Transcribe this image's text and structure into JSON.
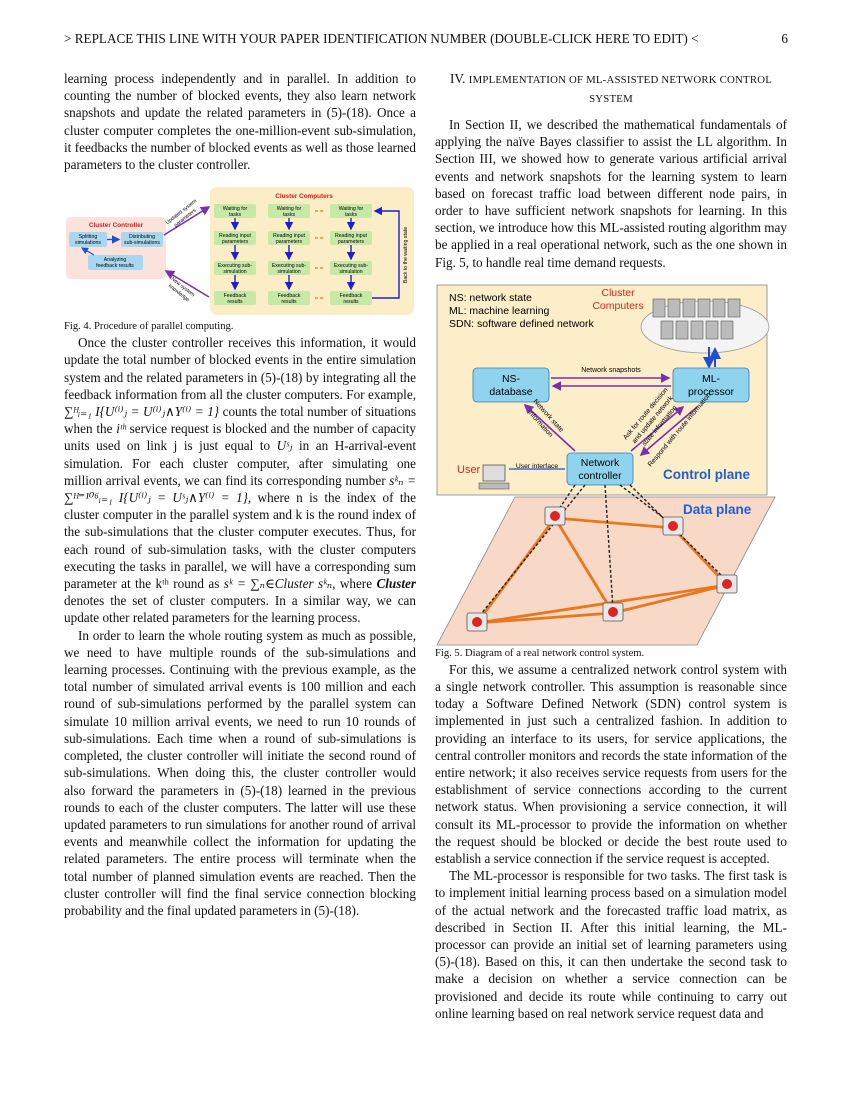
{
  "header": {
    "title": "> REPLACE THIS LINE WITH YOUR PAPER IDENTIFICATION NUMBER (DOUBLE-CLICK HERE TO EDIT) <",
    "page_number": "6"
  },
  "left": {
    "p1": "learning process independently and in parallel. In addition to counting the number of blocked events, they also learn network snapshots and update the related parameters in (5)-(18). Once a cluster computer completes the one-million-event sub-simulation, it feedbacks the number of blocked events as well as those learned parameters to the cluster controller.",
    "fig4_caption": "Fig. 4. Procedure of parallel computing.",
    "p2a": "Once the cluster controller receives this information, it would update the total number of blocked events in the entire simulation system and the related parameters in (5)-(18) by integrating all the feedback information from all the cluster computers. For example,",
    "p2_formula1": "∑ᴴᵢ₌₁ I{U⁽ⁱ⁾ⱼ = U⁽ⁱ⁾ⱼ∧Y⁽ⁱ⁾ = 1}",
    "p2b": "counts the total number of situations when the",
    "p2_ith": "iᵗʰ",
    "p2c": "service request is blocked and the number of capacity units used on link j is just equal to",
    "p2_usj": "Uˢⱼ",
    "p2d": "in an H-arrival-event simulation. For each cluster computer, after simulating one million arrival events, we can find its corresponding number",
    "p2_formula2": "sᵏₙ = ∑ᴴ⁼¹⁰⁶ᵢ₌₁ I{U⁽ⁱ⁾ⱼ = Uˢⱼ∧Y⁽ⁱ⁾ = 1},",
    "p2e": "where n is the index of the cluster computer in the parallel system and k is the round index of the sub-simulations that the cluster computer executes. Thus, for each round of sub-simulation tasks, with the cluster computers executing the tasks in parallel, we will have a corresponding sum parameter at the kᵗʰ round as",
    "p2_formula3": "sᵏ = ∑ₙ∈Cluster sᵏₙ,",
    "p2f": "where",
    "p2_cluster": "Cluster",
    "p2g": "denotes the set of cluster computers. In a similar way, we can update other related parameters for the learning process.",
    "p3": "In order to learn the whole routing system as much as possible, we need to have multiple rounds of the sub-simulations and learning processes. Continuing with the previous example, as the total number of simulated arrival events is 100 million and each round of sub-simulations performed by the parallel system can simulate 10 million arrival events, we need to run 10 rounds of sub-simulations. Each time when a round of sub-simulations is completed, the cluster controller will initiate the second round of sub-simulations. When doing this, the cluster controller would also forward the parameters in (5)-(18) learned in the previous rounds to each of the cluster computers. The latter will use these updated parameters to run simulations for another round of arrival events and meanwhile collect the information for updating the related parameters. The entire process will terminate when the total number of planned simulation events are reached. Then the cluster controller will find the final service connection blocking probability and the final updated parameters in (5)-(18)."
  },
  "fig4": {
    "cluster_controller": "Cluster Controller",
    "cluster_computers": "Cluster Computers",
    "splitting": [
      "Splitting",
      "simulations"
    ],
    "distributing": [
      "Distributing",
      "sub-simulations"
    ],
    "analyzing": [
      "Analyzing",
      "feedback results"
    ],
    "waiting": [
      "Waiting for",
      "tasks"
    ],
    "reading": [
      "Reading input",
      "parameters"
    ],
    "executing": [
      "Executing sub-",
      "simulation"
    ],
    "feedback": [
      "Feedback",
      "results"
    ],
    "updated_params": [
      "Updated system",
      "parameters"
    ],
    "new_knowledge": [
      "New system",
      "knowledge"
    ],
    "back_waiting": "Back to the waiting state"
  },
  "right": {
    "section_num": "IV.",
    "section_title_1": "Implementation of ML-Assisted Network Control",
    "section_title_2": "System",
    "p1": "In Section II, we described the mathematical fundamentals of applying the naïve Bayes classifier to assist the LL algorithm. In Section III, we showed how to generate various artificial arrival events and network snapshots for the learning system to learn based on forecast traffic load between different node pairs, in order to have sufficient network snapshots for learning. In this section, we introduce how this ML-assisted routing algorithm may be applied in a real operational network, such as the one shown in Fig. 5, to handle real time demand requests.",
    "fig5_caption": "Fig. 5. Diagram of a real network control system.",
    "p2": "For this, we assume a centralized network control system with a single network controller. This assumption is reasonable since today a Software Defined Network (SDN) control system is implemented in just such a centralized fashion. In addition to providing an interface to its users, for service applications, the central controller monitors and records the state information of the entire network; it also receives service requests from users for the establishment of service connections according to the current network status. When provisioning a service connection, it will consult its ML-processor to provide the information on whether the request should be blocked or decide the best route used to establish a service connection if the service request is accepted.",
    "p3": "The ML-processor is responsible for two tasks. The first task is to implement initial learning process based on a simulation model of the actual network and the forecasted traffic load matrix, as described in Section II. After this initial learning, the ML-processor can provide an initial set of learning parameters using (5)-(18). Based on this, it can then undertake the second task to make a decision on whether a service connection can be provisioned and decide its route while continuing to carry out online learning based on real network service request data and"
  },
  "fig5": {
    "legend1": "NS: network state",
    "legend2": "ML: machine learning",
    "legend3": "SDN: software defined network",
    "cluster_computers": [
      "Cluster",
      "Computers"
    ],
    "ns_database": [
      "NS-",
      "database"
    ],
    "ml_processor": [
      "ML-",
      "processor"
    ],
    "network_snapshots": "Network snapshots",
    "network_state_info": [
      "Network state",
      "information"
    ],
    "ask_route": [
      "Ask for route decision",
      "and update network",
      "state information"
    ],
    "respond_route": "Respond with route information",
    "network_controller": [
      "Network",
      "controller"
    ],
    "user": "User",
    "user_interface": "User interface",
    "control_plane": "Control plane",
    "data_plane": "Data plane"
  },
  "colors": {
    "accent_blue": "#1f5fd6",
    "orange": "#e8771e",
    "purple": "#7a2fb0",
    "red": "#e0241f"
  }
}
